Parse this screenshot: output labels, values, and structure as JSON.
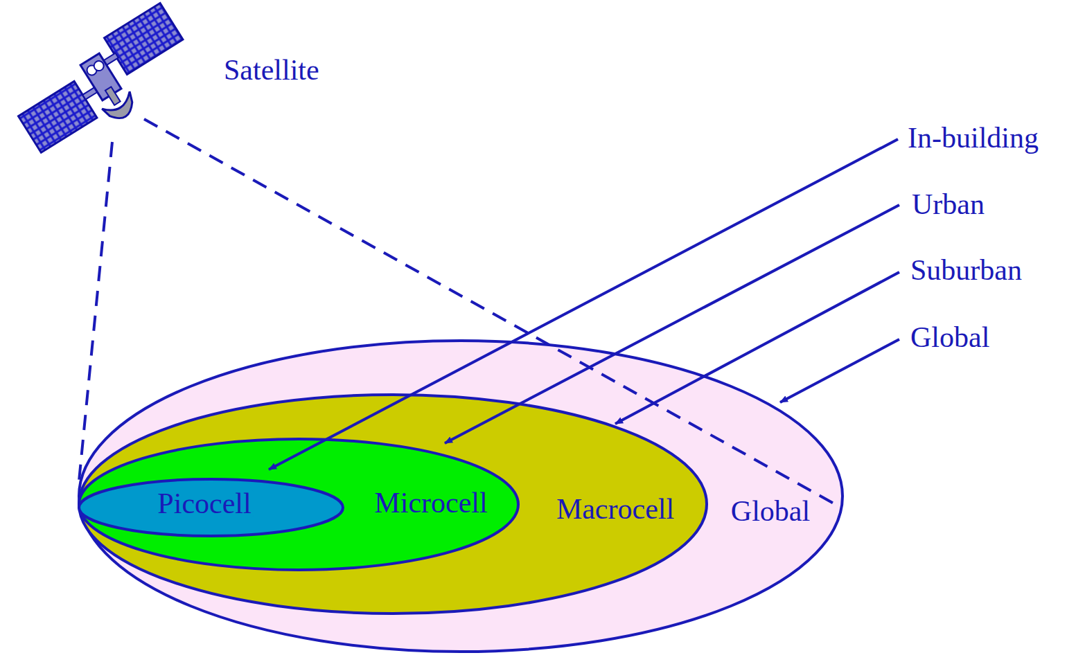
{
  "diagram": {
    "nodes": [
      {
        "text": [
          "Global"
        ]
      },
      {
        "text": [
          "Macrocell"
        ],
        "in": 0
      },
      {
        "text": [
          "Microcell"
        ],
        "in": 1
      },
      {
        "text": [
          "Picocell"
        ],
        "in": 2
      }
    ],
    "labels": [
      "Satellite",
      "In-building",
      "Urban",
      "Suburban",
      "Global"
    ]
  }
}
